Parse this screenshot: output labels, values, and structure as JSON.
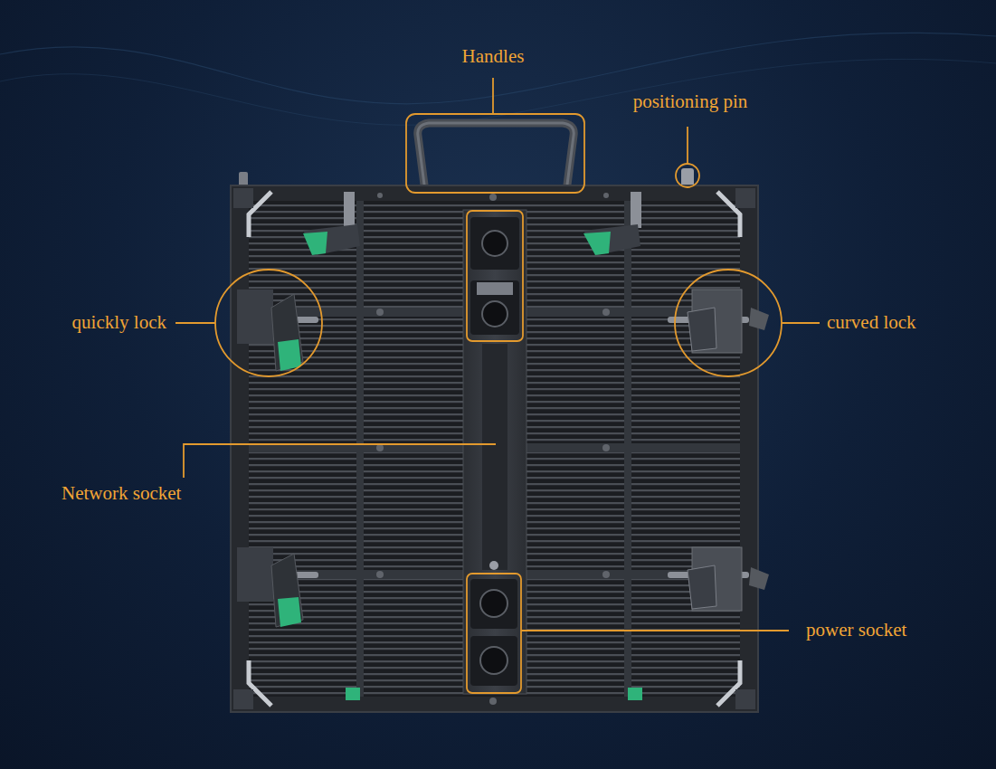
{
  "diagram": {
    "labels": [
      "Handles",
      "positioning pin",
      "quickly lock",
      "curved lock",
      "Network socket",
      "power socket"
    ]
  }
}
